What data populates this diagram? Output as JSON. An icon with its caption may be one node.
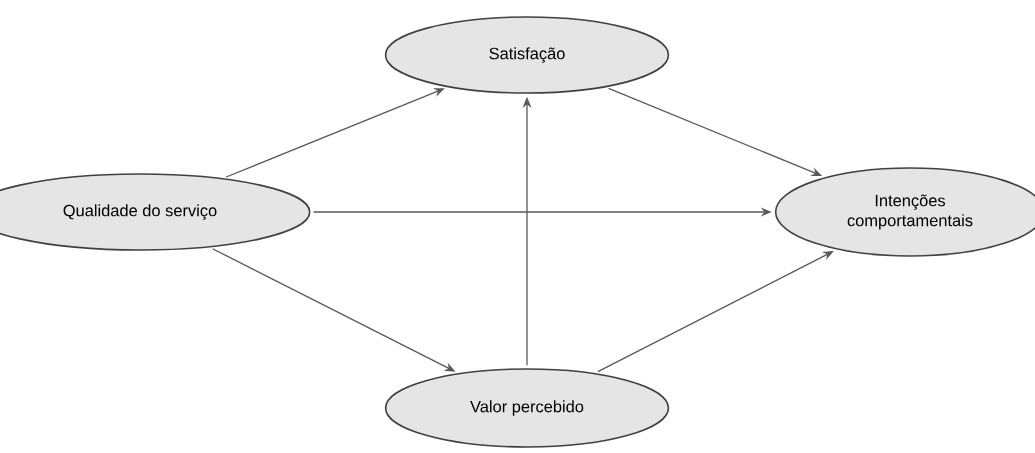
{
  "diagram": {
    "nodes": [
      {
        "text": [
          "Satisfação"
        ]
      },
      {
        "text": [
          "Qualidade do serviço"
        ]
      },
      {
        "text": [
          "Intenções comportamentais"
        ]
      },
      {
        "text": [
          "Valor percebido"
        ]
      }
    ],
    "edges": [
      {
        "from": 1,
        "to": 0,
        "arrow": "to"
      },
      {
        "from": 1,
        "to": 2,
        "arrow": "to"
      },
      {
        "from": 1,
        "to": 3,
        "arrow": "to"
      },
      {
        "from": 3,
        "to": 0,
        "arrow": "to"
      },
      {
        "from": 0,
        "to": 2,
        "arrow": "to"
      },
      {
        "from": 3,
        "to": 2,
        "arrow": "to"
      }
    ]
  }
}
